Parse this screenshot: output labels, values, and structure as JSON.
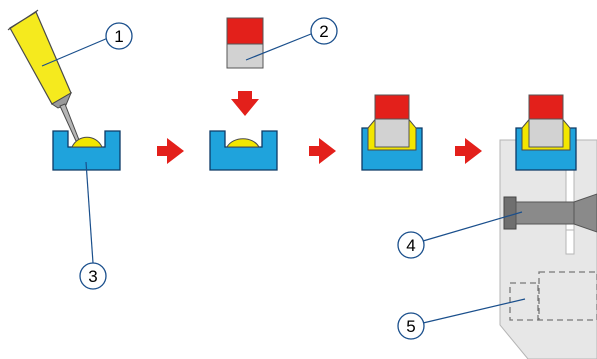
{
  "colors": {
    "cup_blue": "#1fa3dc",
    "cup_stroke": "#0d3a66",
    "adhesive_yellow": "#f3e600",
    "tube_yellow": "#f5ea1e",
    "part_red": "#e3201b",
    "part_gray": "#d2d2d2",
    "arrow_red": "#e3201b",
    "housing_gray": "#e7e7e7",
    "housing_stroke": "#b5b5b5",
    "screw_dark": "#7f7f7f",
    "leader_blue": "#1a4f8c"
  },
  "callouts": [
    {
      "label": "1",
      "target": "adhesive-tube"
    },
    {
      "label": "2",
      "target": "component-part"
    },
    {
      "label": "3",
      "target": "holder-cup"
    },
    {
      "label": "4",
      "target": "screw"
    },
    {
      "label": "5",
      "target": "housing-cavity"
    }
  ],
  "steps": [
    {
      "name": "apply-adhesive"
    },
    {
      "name": "insert-part"
    },
    {
      "name": "part-bonded"
    },
    {
      "name": "mount-in-housing"
    }
  ]
}
